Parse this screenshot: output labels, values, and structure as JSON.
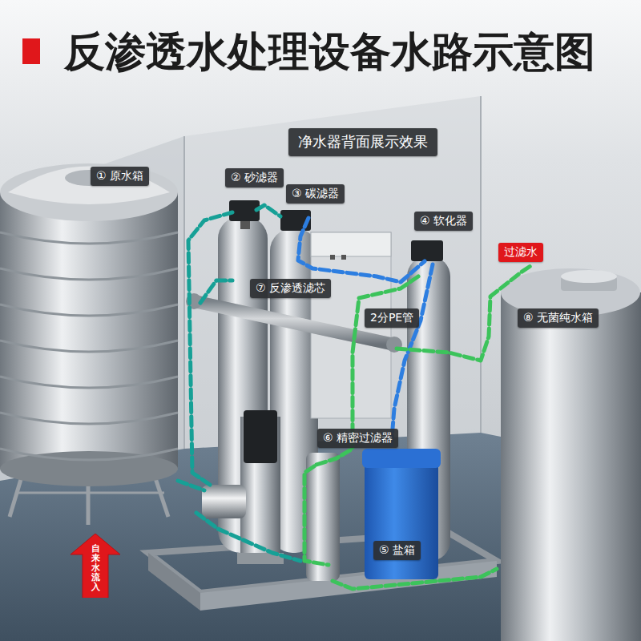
{
  "diagram": {
    "title": "反渗透水处理设备水路示意图",
    "nodes": [
      {
        "text": [
          "净水器背面展示效果"
        ]
      },
      {
        "text": [
          "① 原水箱"
        ]
      },
      {
        "text": [
          "② 砂滤器"
        ]
      },
      {
        "text": [
          "③ 碳滤器"
        ]
      },
      {
        "text": [
          "④ 软化器"
        ]
      },
      {
        "text": [
          "过滤水"
        ]
      },
      {
        "text": [
          "⑦ 反渗透滤芯"
        ]
      },
      {
        "text": [
          "2分PE管"
        ]
      },
      {
        "text": [
          "⑧ 无菌纯水箱"
        ]
      },
      {
        "text": [
          "⑥ 精密过滤器"
        ]
      },
      {
        "text": [
          "⑤ 盐箱"
        ]
      },
      {
        "text": [
          "自来水流入"
        ]
      }
    ]
  }
}
